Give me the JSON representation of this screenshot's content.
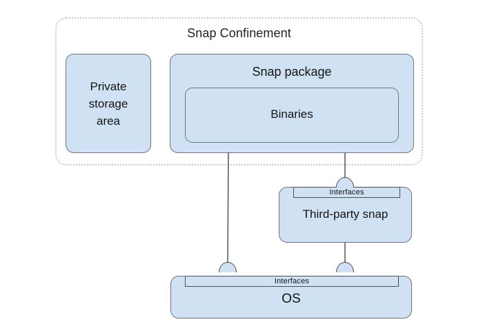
{
  "diagram": {
    "title": "Snap Confinement",
    "confinement_label": "Snap Confinement",
    "nodes": {
      "private_storage": {
        "label": "Private\nstorage\narea",
        "line1": "Private",
        "line2": "storage",
        "line3": "area",
        "fill": "#cfe1f2",
        "stroke": "#6c7480"
      },
      "snap_package": {
        "label": "Snap package",
        "fill": "#cfe1f2",
        "stroke": "#6c7480"
      },
      "binaries": {
        "label": "Binaries",
        "fill": "#cfe1f2",
        "stroke": "#6c7480"
      },
      "third_party_snap": {
        "label": "Third-party snap",
        "fill": "#cfe1f2",
        "stroke": "#6c7480"
      },
      "os": {
        "label": "OS",
        "fill": "#cfe1f2",
        "stroke": "#6c7480"
      }
    },
    "interfaces": {
      "third_party_snap_bar": "Interfaces",
      "os_bar": "Interfaces"
    },
    "connectors": [
      {
        "name": "snap-package-to-os",
        "from": "snap_package",
        "to": "os",
        "plug": "dome"
      },
      {
        "name": "snap-package-to-third-party",
        "from": "snap_package",
        "to": "third_party_snap",
        "plug": "dome"
      },
      {
        "name": "third-party-to-os",
        "from": "third_party_snap",
        "to": "os",
        "plug": "dome"
      }
    ],
    "colors": {
      "node_fill": "#cfe1f2",
      "node_stroke": "#6c7480",
      "bar_stroke": "#4a4f57",
      "confinement_border": "#c8c8c8",
      "connector_line": "#5a5f66",
      "background": "#ffffff",
      "text": "#141414"
    }
  }
}
